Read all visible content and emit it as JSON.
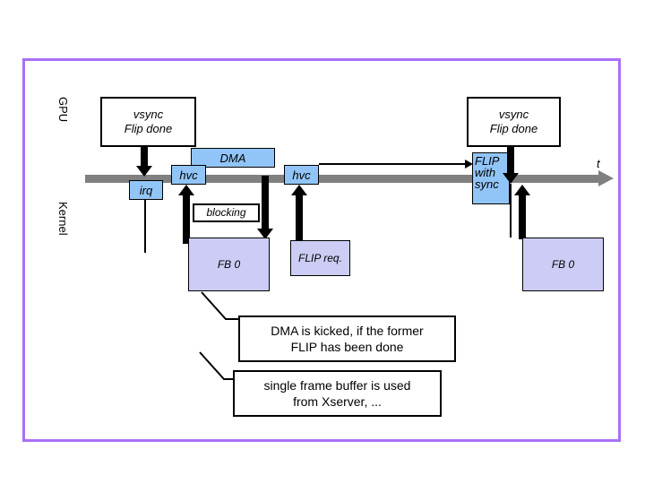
{
  "diagram": {
    "title": "GPU / Kernel FLIP and DMA timing diagram",
    "frame_color": "#a970f5",
    "timeline_color": "#808080",
    "blue_box_color": "#92c5f7",
    "framebuffer_box_color": "#ccccf5",
    "lanes": {
      "gpu_label": "GPU",
      "kernel_label": "Kernel"
    },
    "time_axis": {
      "label": "t"
    },
    "vsync_events": [
      {
        "line1": "vsync",
        "line2": "Flip done"
      },
      {
        "line1": "vsync",
        "line2": "Flip done"
      }
    ],
    "timeline_boxes": [
      {
        "label": "irq"
      },
      {
        "label": "hvc"
      },
      {
        "label": "DMA"
      },
      {
        "label": "hvc"
      },
      {
        "label": "FLIP with sync",
        "line1": "FLIP",
        "line2": "with",
        "line3": "sync"
      }
    ],
    "kernel_boxes": [
      {
        "label": "blocking"
      },
      {
        "label": "FB 0"
      },
      {
        "label": "FLIP req."
      },
      {
        "label": "FB 0"
      }
    ],
    "callouts": [
      {
        "line1": "DMA is kicked, if the former",
        "line2": "FLIP has been done"
      },
      {
        "line1": "single frame buffer is used",
        "line2": "from Xserver, ..."
      }
    ]
  }
}
